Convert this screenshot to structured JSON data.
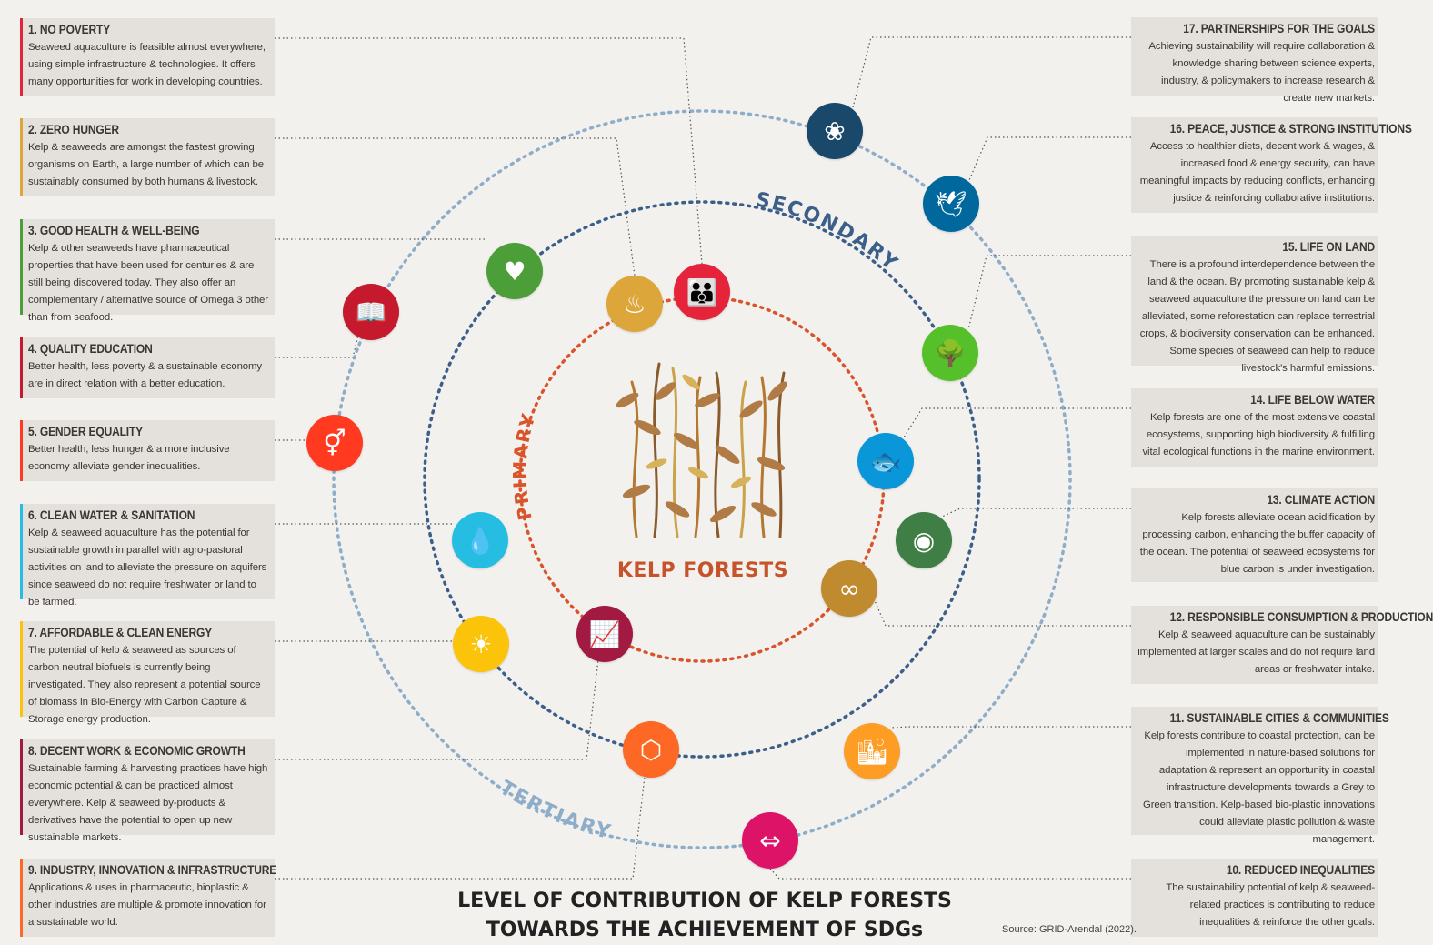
{
  "title_lines": [
    "LEVEL OF CONTRIBUTION OF KELP FORESTS",
    "TOWARDS THE ACHIEVEMENT OF SDGs"
  ],
  "center_label": "KELP FORESTS",
  "source": "Source: GRID-Arendal (2022).",
  "rings": [
    {
      "label": "PRIMARY",
      "color": "#d9532b"
    },
    {
      "label": "SECONDARY",
      "color": "#3c5f8a"
    },
    {
      "label": "TERTIARY",
      "color": "#8eadc8"
    }
  ],
  "goals": [
    {
      "title": "1. NO POVERTY",
      "text": "Seaweed aquaculture is feasible almost everywhere, using simple infrastructure & technologies. It offers many opportunities for work in developing countries.",
      "color": "#e5243b",
      "icon": "family-icon",
      "glyph": "👪",
      "level": "PRIMARY"
    },
    {
      "title": "2. ZERO HUNGER",
      "text": "Kelp & seaweeds are amongst the fastest growing organisms on Earth, a large number of which can be sustainably consumed by both humans & livestock.",
      "color": "#dda63a",
      "icon": "bowl-icon",
      "glyph": "♨",
      "level": "PRIMARY"
    },
    {
      "title": "3. GOOD HEALTH & WELL-BEING",
      "text": "Kelp & other seaweeds have pharmaceutical properties that have been used for centuries & are still being discovered today. They also offer an complementary / alternative source of Omega 3 other than from seafood.",
      "color": "#4c9f38",
      "icon": "heartbeat-icon",
      "glyph": "♥",
      "level": "SECONDARY"
    },
    {
      "title": "4. QUALITY EDUCATION",
      "text": "Better health, less poverty & a sustainable economy are in direct relation with a better education.",
      "color": "#c5192d",
      "icon": "book-icon",
      "glyph": "📖",
      "level": "TERTIARY"
    },
    {
      "title": "5. GENDER EQUALITY",
      "text": "Better health, less hunger & a more inclusive economy alleviate gender inequalities.",
      "color": "#ff3a21",
      "icon": "gender-icon",
      "glyph": "⚥",
      "level": "TERTIARY"
    },
    {
      "title": "6. CLEAN WATER & SANITATION",
      "text": "Kelp & seaweed aquaculture has the potential for sustainable growth in parallel with agro-pastoral activities on land to alleviate the pressure on aquifers since seaweed do not require freshwater or land to be farmed.",
      "color": "#26bde2",
      "icon": "water-drop-icon",
      "glyph": "💧",
      "level": "SECONDARY"
    },
    {
      "title": "7. AFFORDABLE & CLEAN ENERGY",
      "text": "The potential of kelp & seaweed as sources of carbon neutral biofuels is currently being investigated. They also represent a potential source of biomass in Bio-Energy with Carbon Capture & Storage energy production.",
      "color": "#fcc30b",
      "icon": "sun-icon",
      "glyph": "☀",
      "level": "SECONDARY"
    },
    {
      "title": "8. DECENT WORK & ECONOMIC GROWTH",
      "text": "Sustainable farming & harvesting practices have high economic potential & can be practiced almost everywhere. Kelp & seaweed by-products & derivatives have the potential to open up new sustainable markets.",
      "color": "#a21942",
      "icon": "growth-chart-icon",
      "glyph": "📈",
      "level": "PRIMARY"
    },
    {
      "title": "9. INDUSTRY, INNOVATION & INFRASTRUCTURE",
      "text": "Applications & uses in pharmaceutic, bioplastic & other industries are multiple & promote innovation for a sustainable world.",
      "color": "#fd6925",
      "icon": "cubes-icon",
      "glyph": "⬡",
      "level": "SECONDARY"
    },
    {
      "title": "10. REDUCED INEQUALITIES",
      "text": "The sustainability potential of kelp & seaweed-related practices is contributing to reduce inequalities & reinforce the other goals.",
      "color": "#dd1367",
      "icon": "equality-icon",
      "glyph": "⇔",
      "level": "TERTIARY"
    },
    {
      "title": "11. SUSTAINABLE CITIES & COMMUNITIES",
      "text": "Kelp forests contribute to coastal protection, can be implemented in nature-based solutions for adaptation & represent an opportunity in coastal infrastructure developments towards a Grey to Green transition. Kelp-based bio-plastic innovations could alleviate plastic pollution & waste management.",
      "color": "#fd9d24",
      "icon": "city-icon",
      "glyph": "🏙",
      "level": "SECONDARY"
    },
    {
      "title": "12. RESPONSIBLE CONSUMPTION & PRODUCTION",
      "text": "Kelp & seaweed aquaculture can be sustainably implemented at larger scales and do not require land areas or freshwater intake.",
      "color": "#bf8b2e",
      "icon": "infinity-icon",
      "glyph": "∞",
      "level": "PRIMARY"
    },
    {
      "title": "13. CLIMATE ACTION",
      "text": "Kelp forests alleviate ocean acidification by processing carbon, enhancing the buffer capacity of the ocean. The potential of seaweed ecosystems for blue carbon is under investigation.",
      "color": "#3f7e44",
      "icon": "eye-globe-icon",
      "glyph": "◉",
      "level": "SECONDARY"
    },
    {
      "title": "14. LIFE BELOW WATER",
      "text": "Kelp forests are one of the most extensive coastal ecosystems, supporting high biodiversity & fulfilling vital ecological functions in the marine environment.",
      "color": "#0a97d9",
      "icon": "fish-icon",
      "glyph": "🐟",
      "level": "PRIMARY"
    },
    {
      "title": "15. LIFE ON LAND",
      "text": "There is a profound interdependence between the land & the ocean. By promoting sustainable kelp & seaweed aquaculture the pressure on land can be alleviated, some reforestation can replace terrestrial crops, & biodiversity conservation can be enhanced. Some species of seaweed can help to reduce livestock's harmful emissions.",
      "color": "#56c02b",
      "icon": "tree-bird-icon",
      "glyph": "🌳",
      "level": "SECONDARY"
    },
    {
      "title": "16. PEACE, JUSTICE & STRONG INSTITUTIONS",
      "text": "Access to healthier diets, decent work & wages, & increased food & energy security, can have meaningful impacts by reducing conflicts, enhancing justice & reinforcing collaborative institutions.",
      "color": "#00689d",
      "icon": "dove-icon",
      "glyph": "🕊",
      "level": "TERTIARY"
    },
    {
      "title": "17. PARTNERSHIPS FOR THE GOALS",
      "text": "Achieving sustainability will require collaboration & knowledge sharing between science experts, industry, & policymakers to increase research & create new markets.",
      "color": "#19486a",
      "icon": "flower-rings-icon",
      "glyph": "❀",
      "level": "TERTIARY"
    }
  ]
}
